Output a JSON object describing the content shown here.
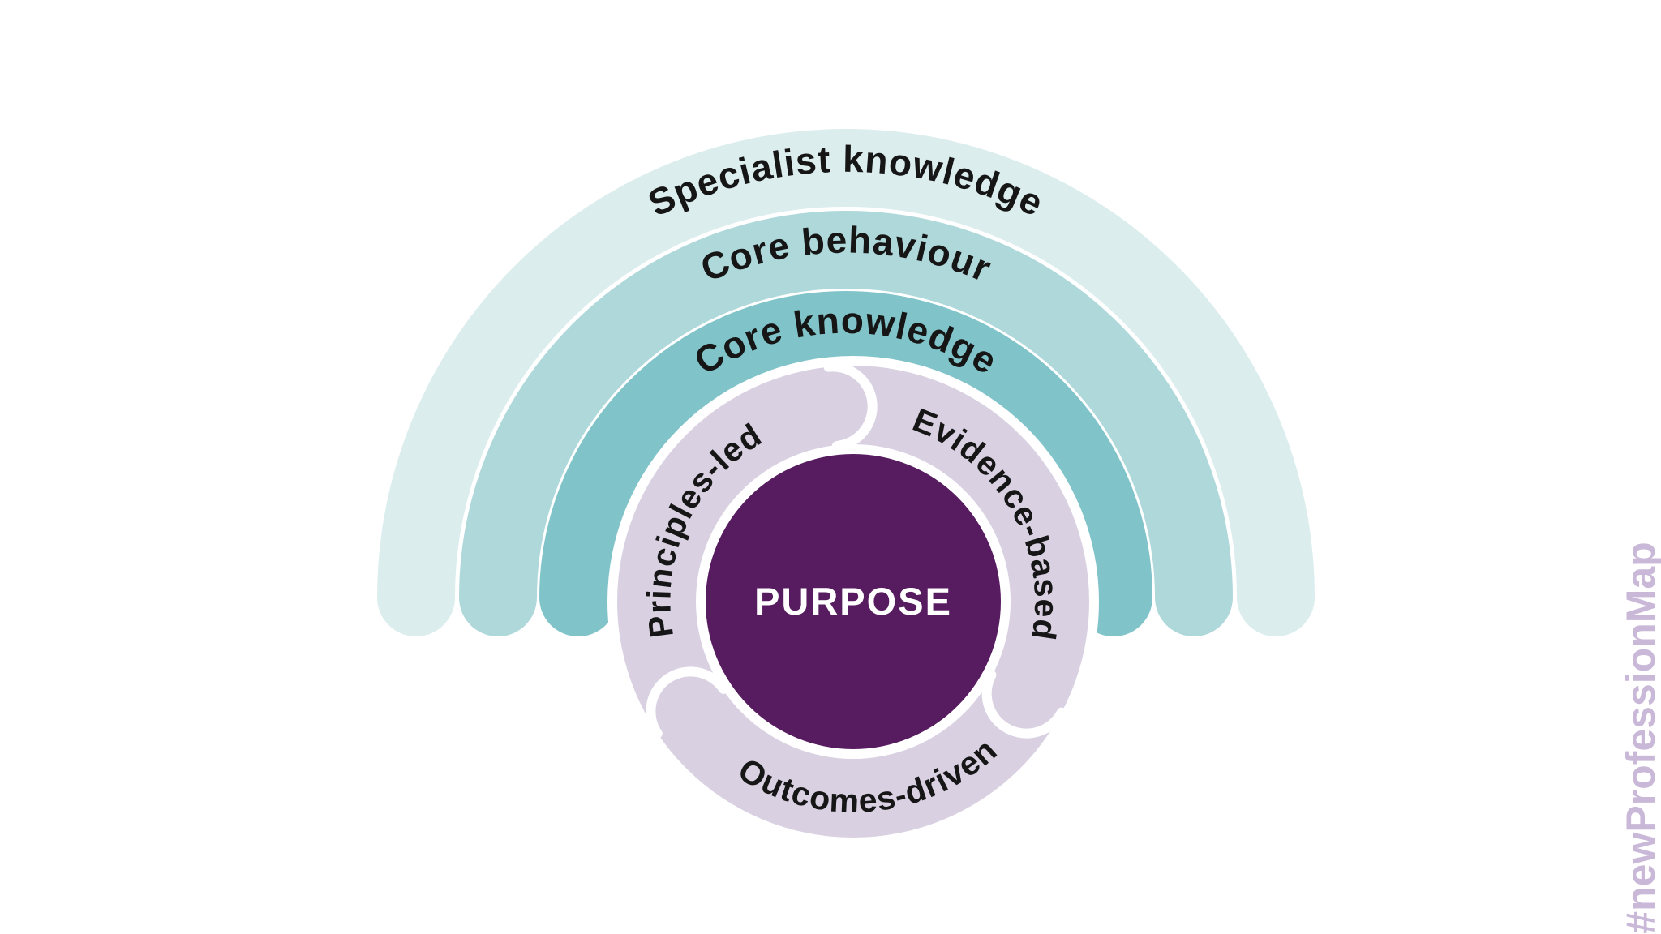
{
  "page": {
    "background": "#ffffff",
    "label_text_color": "#161616"
  },
  "diagram": {
    "arcs": [
      {
        "label": "Specialist knowledge",
        "color": "#dcedee"
      },
      {
        "label": "Core behaviour",
        "color": "#afd8db"
      },
      {
        "label": "Core knowledge",
        "color": "#80c4ca"
      }
    ],
    "wheel": {
      "ring_color": "#d9d0e2",
      "divider_color": "#ffffff",
      "border_color": "#ffffff",
      "segments": [
        {
          "label": "Principles-led"
        },
        {
          "label": "Evidence-based"
        },
        {
          "label": "Outcomes-driven"
        }
      ],
      "center": {
        "label": "PURPOSE",
        "color": "#571b60",
        "label_color": "#ffffff"
      }
    },
    "hashtag": {
      "text": "#newProfessionMap",
      "color": "#c9b8d8"
    }
  }
}
